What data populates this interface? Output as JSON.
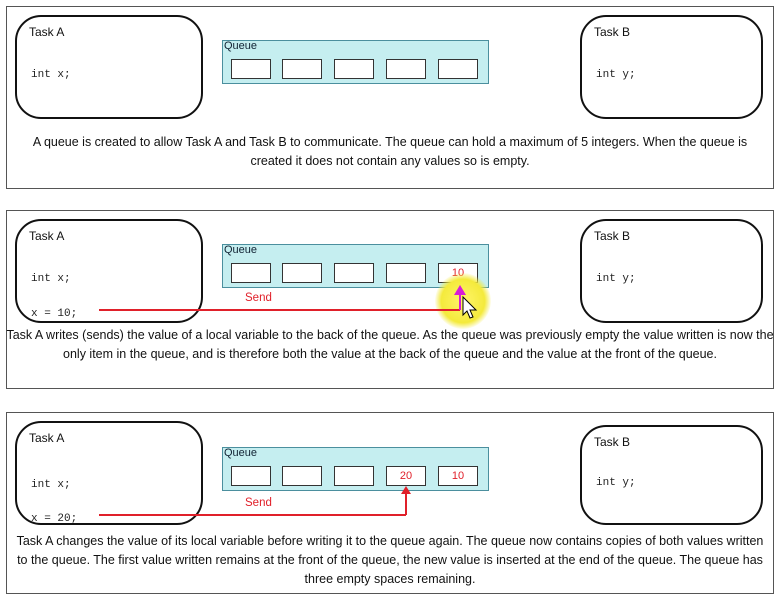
{
  "panels": [
    {
      "task_a": {
        "title": "Task A",
        "decl": "int x;",
        "assign": ""
      },
      "task_b": {
        "title": "Task B",
        "decl": "int y;"
      },
      "queue": {
        "label": "Queue",
        "slots": [
          "",
          "",
          "",
          "",
          ""
        ]
      },
      "send_label": "",
      "caption": "A queue is created to allow Task A and Task B to communicate.  The queue can hold a maximum of 5 integers.  When the queue is created it does not contain any values so is empty."
    },
    {
      "task_a": {
        "title": "Task A",
        "decl": "int x;",
        "assign": "x = 10;"
      },
      "task_b": {
        "title": "Task B",
        "decl": "int y;"
      },
      "queue": {
        "label": "Queue",
        "slots": [
          "",
          "",
          "",
          "",
          "10"
        ]
      },
      "send_label": "Send",
      "caption": "Task A writes (sends) the value of a local variable to the back of the queue.  As the queue was previously empty the value written is now the only item in the queue, and is therefore both the value at the back of the queue and the value at the front of the queue."
    },
    {
      "task_a": {
        "title": "Task A",
        "decl": "int x;",
        "assign": "x = 20;"
      },
      "task_b": {
        "title": "Task B",
        "decl": "int y;"
      },
      "queue": {
        "label": "Queue",
        "slots": [
          "",
          "",
          "",
          "20",
          "10"
        ]
      },
      "send_label": "Send",
      "caption": "Task A changes the value of its local variable before writing it to the queue again.  The queue now contains copies of both values written to the queue.  The first value written remains at the front of the queue, the new value is inserted at the end of the queue.  The queue has three empty spaces remaining."
    }
  ],
  "colors": {
    "queue_fill": "#c5eef0",
    "send_arrow": "#e0202a",
    "pointer_arrow": "#d81bd8",
    "highlight": "#f4ea3c"
  },
  "icons": {
    "cursor": "mouse-pointer-icon"
  }
}
